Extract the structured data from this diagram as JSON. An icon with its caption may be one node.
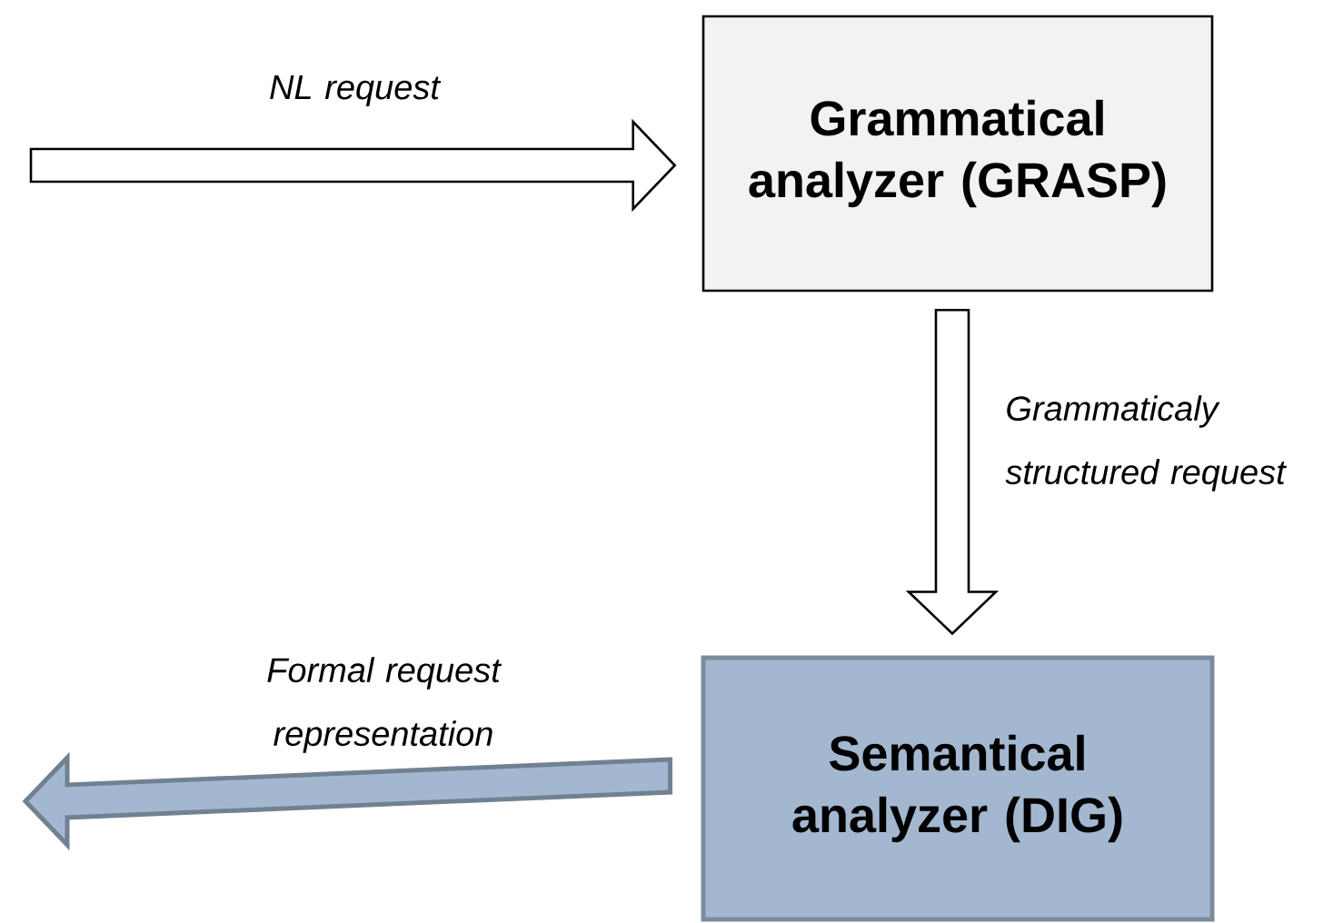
{
  "diagram": {
    "nodes": [
      {
        "text": [
          "Grammatical analyzer (GRASP)"
        ]
      },
      {
        "text": [
          "Semantical analyzer (DIG)"
        ]
      }
    ],
    "edges": [
      {
        "from": null,
        "to": 0,
        "arrow": "to",
        "label": "NL request"
      },
      {
        "from": 0,
        "to": 1,
        "arrow": "to",
        "label": "Grammaticaly structured request"
      },
      {
        "from": 1,
        "to": null,
        "arrow": "to",
        "label": "Formal request representation",
        "color": "#a3b8d0"
      }
    ]
  }
}
